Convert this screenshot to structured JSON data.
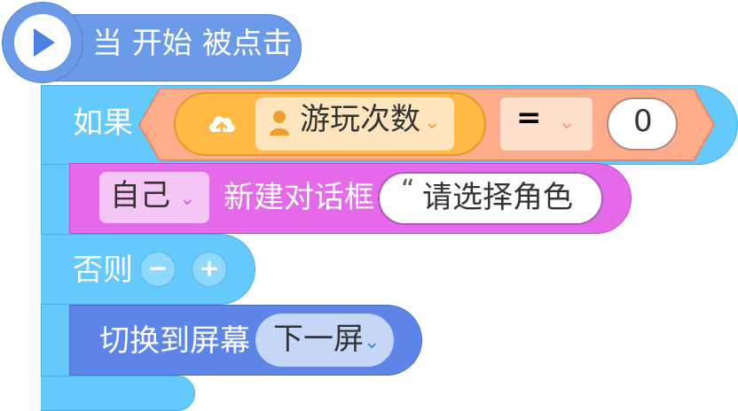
{
  "event_block": {
    "label": "当 开始 被点击",
    "play_icon": "play-icon",
    "color": "#6b9ae8"
  },
  "if_block": {
    "if_label": "如果",
    "else_label": "否则",
    "color": "#66c9fc",
    "condition": {
      "variable_icon": "cloud-upload-icon",
      "variable_type_icon": "person-icon",
      "variable_name": "游玩次数",
      "operator": "=",
      "value": "0",
      "colors": {
        "reporter": "#ffb945",
        "hexagon": "#ffac8a"
      }
    },
    "buttons": {
      "remove": "−",
      "add": "+"
    }
  },
  "say_block": {
    "target": "自己",
    "label": "新建对话框",
    "quote_mark": "“",
    "text": "请选择角色",
    "color": "#e56aea"
  },
  "switch_block": {
    "label": "切换到屏幕",
    "screen": "下一屏",
    "color": "#5d86e8"
  }
}
